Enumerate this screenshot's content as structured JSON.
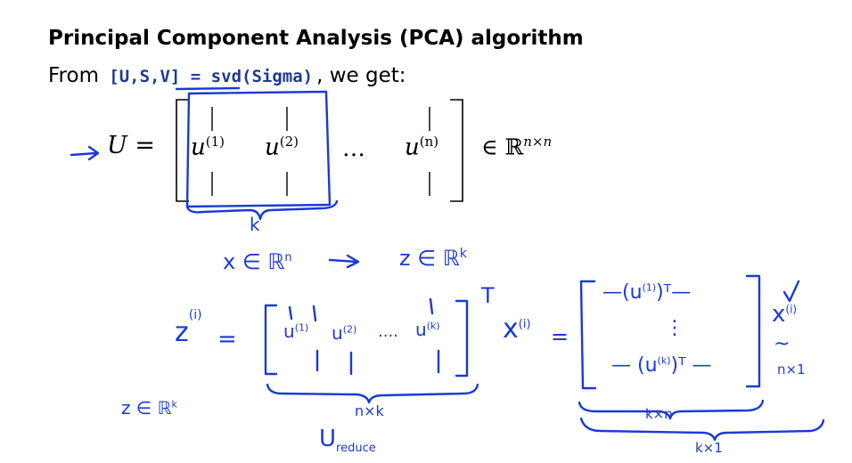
{
  "slide": {
    "title": "Principal Component Analysis (PCA) algorithm",
    "intro_prefix": "From",
    "intro_code": "[U,S,V] = svd(Sigma)",
    "intro_suffix": ", we get:"
  },
  "equation": {
    "lhs": "U =",
    "col1": "u",
    "col1_sup": "(1)",
    "col2": "u",
    "col2_sup": "(2)",
    "dots": "…",
    "coln": "u",
    "coln_sup": "(n)",
    "membership": "∈ ℝ",
    "membership_sup": "n×n"
  },
  "annotations": {
    "k_label": "k",
    "mapping_left": "x ∈ ℝ",
    "mapping_left_sup": "n",
    "mapping_right": "z ∈ ℝ",
    "mapping_right_sup": "k",
    "z_lhs": "z",
    "z_sup": "(i)",
    "equals": "=",
    "u1": "u",
    "u1_sup": "(1)",
    "u2": "u",
    "u2_sup": "(2)",
    "udots": "....",
    "uk": "u",
    "uk_sup": "(k)",
    "transpose": "T",
    "x_mid": "x",
    "x_mid_sup": "(i)",
    "equals2": "=",
    "row1": "—(u",
    "row1_sup": "(1)",
    "row1_end": ")ᵀ—",
    "vdots": "⋮",
    "row_last": "— (u",
    "row_last_sup": "(k)",
    "row_last_end": ")ᵀ —",
    "x_right": "x",
    "x_right_sup": "(i)",
    "tilde": "~",
    "nx1": "n×1",
    "z_in": "z ∈ ℝ",
    "z_in_sup": "k",
    "nxk": "n×k",
    "ureduce": "U",
    "ureduce_sub": "reduce",
    "kxn": "k×n",
    "kx1": "k×1"
  }
}
